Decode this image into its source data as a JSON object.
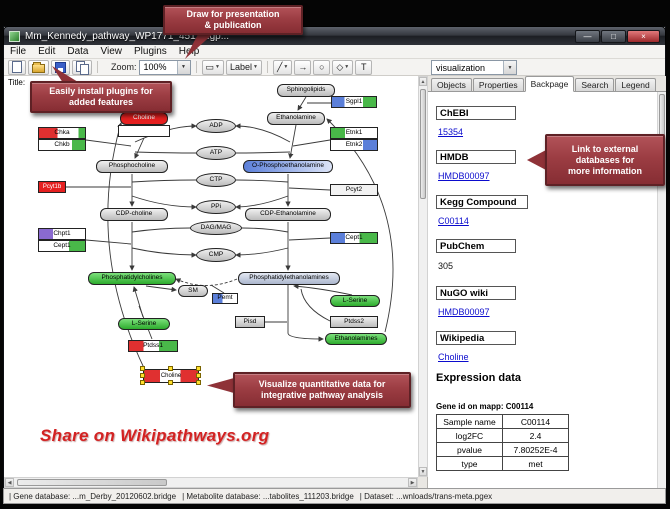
{
  "window": {
    "title": "Mm_Kennedy_pathway_WP1771_45176.gp...",
    "min": "—",
    "max": "□",
    "close": "×"
  },
  "menu": {
    "items": [
      "File",
      "Edit",
      "Data",
      "View",
      "Plugins",
      "Help"
    ]
  },
  "toolbar": {
    "zoom_label": "Zoom:",
    "zoom_value": "100%",
    "label_tool": "Label",
    "visualization_value": "visualization"
  },
  "icons": {
    "caret": "▼",
    "datanode": "▭",
    "line": "╱",
    "arrow": "→",
    "oval": "○",
    "shape": "◇",
    "text": "T",
    "scroll_up": "▲",
    "scroll_down": "▼",
    "scroll_left": "◀",
    "scroll_right": "▶"
  },
  "tabs": {
    "items": [
      "Objects",
      "Properties",
      "Backpage",
      "Search",
      "Legend"
    ]
  },
  "backpage": {
    "sections": [
      {
        "header": "ChEBI",
        "value": "15354"
      },
      {
        "header": "HMDB",
        "value": "HMDB00097"
      },
      {
        "header": "Kegg Compound",
        "value": "C00114"
      },
      {
        "header": "PubChem",
        "value": "305"
      },
      {
        "header": "NuGO wiki",
        "value": "HMDB00097"
      },
      {
        "header": "Wikipedia",
        "value": "Choline"
      }
    ],
    "expression_title": "Expression data",
    "gene_id_line": "Gene id on mapp: C00114",
    "table": [
      [
        "Sample name",
        "C00114"
      ],
      [
        "log2FC",
        "2.4"
      ],
      [
        "pvalue",
        "7.80252E-4"
      ],
      [
        "type",
        "met"
      ]
    ]
  },
  "callouts": {
    "draw": [
      "Draw for presentation",
      "& publication"
    ],
    "plugins": [
      "Easily install plugins for",
      "added features"
    ],
    "link": [
      "Link  to external",
      "databases  for",
      "more information"
    ],
    "viz": [
      "Visualize quantitative data  for",
      "integrative pathway analysis"
    ],
    "share": "Share on Wikipathways.org"
  },
  "canvas": {
    "title_label": "Title:"
  },
  "pathway": {
    "nodes": {
      "sphingolipids": "Sphingolipids",
      "sgpl1": "Sgpl1",
      "choline": "Choline",
      "ethanolamine": "Ethanolamine",
      "chka": "Chka",
      "chkb": "Chkb",
      "etnk1": "Etnk1",
      "etnk2": "Etnk2",
      "adp": "ADP",
      "atp": "ATP",
      "ctp": "CTP",
      "ppi": "PPi",
      "dagmag": "DAG/MAG",
      "cmp": "CMP",
      "phosphocholine": "Phosphocholine",
      "o_phosphoethanolamine": "O-Phosphoethanolamine",
      "pcyt1b": "Pcyt1b",
      "pcyt2": "Pcyt2",
      "cdp_choline": "CDP-choline",
      "cdp_ethanolamine": "CDP-Ethanolamine",
      "chpt1": "Chpt1",
      "cept1_left": "Cept1",
      "cept1_right": "Cept1",
      "pc": "Phosphatidylcholines",
      "pe": "Phosphatidylethanolamines",
      "sm": "SM",
      "pemt": "Pemt",
      "l_serine_left": "L-Serine",
      "l_serine_right": "L-Serine",
      "ptdss1": "Ptdss1",
      "ptdss2": "Ptdss2",
      "pisd": "Pisd",
      "ethanolamines": "Ethanolamines",
      "choline_selected": "Choline"
    }
  },
  "statusbar": {
    "gene_db": "| Gene database: ...m_Derby_20120602.bridge",
    "metabolite_db": "| Metabolite database: ...tabolites_111203.bridge",
    "dataset": "| Dataset: ...wnloads/trans-meta.pgex"
  }
}
